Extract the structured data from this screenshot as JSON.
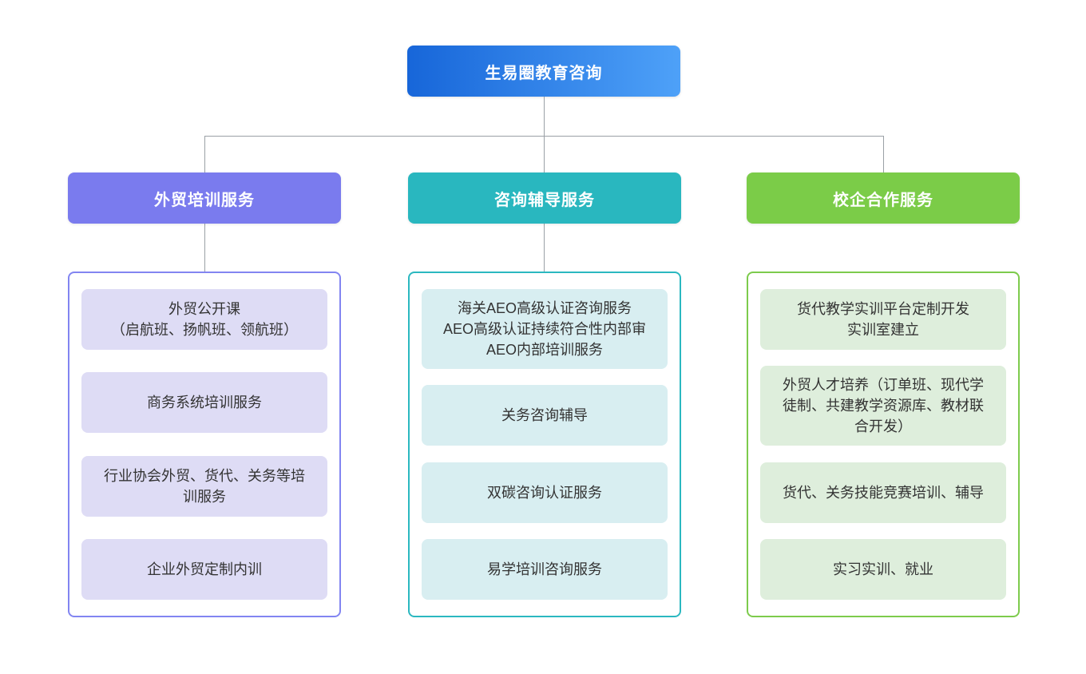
{
  "root": {
    "label": "生易圈教育咨询",
    "colors": {
      "gradient_start": "#1766D9",
      "gradient_end": "#4EA1F8",
      "text": "#FFFFFF"
    }
  },
  "connector_color": "#9AA0A6",
  "item_text_color": "#333333",
  "branches": [
    {
      "label": "外贸培训服务",
      "colors": {
        "header": "#7A7BEE",
        "border": "#8285F1",
        "item_bg": "#DEDCF5"
      },
      "items": [
        [
          "外贸公开课",
          "（启航班、扬帆班、领航班）"
        ],
        "商务系统培训服务",
        [
          "行业协会外贸、货代、关务等培",
          "训服务"
        ],
        "企业外贸定制内训"
      ]
    },
    {
      "label": "咨询辅导服务",
      "colors": {
        "header": "#29B7BF",
        "border": "#2BB8C0",
        "item_bg": "#D8EEF1"
      },
      "items": [
        [
          "海关AEO高级认证咨询服务",
          "AEO高级认证持续符合性内部审",
          "AEO内部培训服务"
        ],
        "关务咨询辅导",
        "双碳咨询认证服务",
        "易学培训咨询服务"
      ]
    },
    {
      "label": "校企合作服务",
      "colors": {
        "header": "#7BCC48",
        "border": "#7DCB4C",
        "item_bg": "#DEEEDC"
      },
      "items": [
        [
          "货代教学实训平台定制开发",
          "实训室建立"
        ],
        [
          "外贸人才培养（订单班、现代学",
          "徒制、共建教学资源库、教材联",
          "合开发）"
        ],
        "货代、关务技能竞赛培训、辅导",
        "实习实训、就业"
      ]
    }
  ]
}
